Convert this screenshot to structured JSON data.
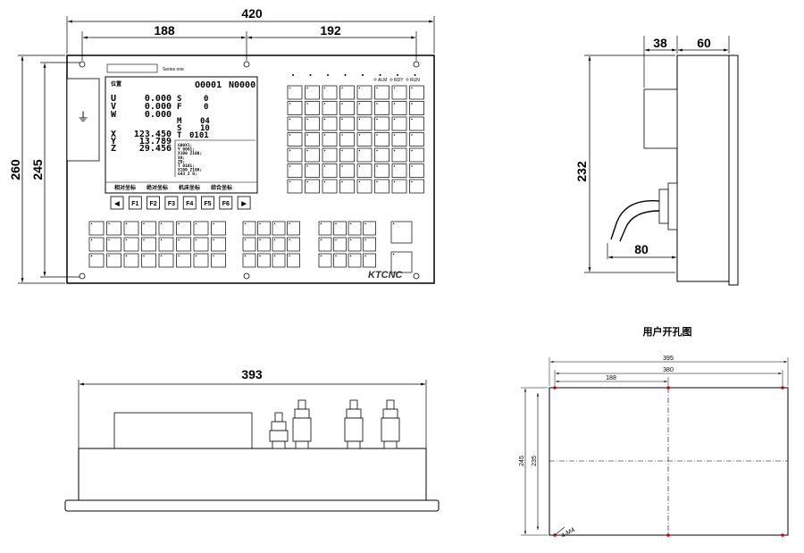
{
  "front_view": {
    "dim_total_width": "420",
    "dim_hole_left": "188",
    "dim_hole_right": "192",
    "dim_total_height": "260",
    "dim_hole_height": "245",
    "series_label": "Series one",
    "brand_logo": "KTCNC",
    "screen": {
      "title": "位置",
      "program_no": "O0001",
      "seq_no": "N0000",
      "rel_axes": [
        {
          "axis": "U",
          "value": "0.000"
        },
        {
          "axis": "V",
          "value": "0.000"
        },
        {
          "axis": "W",
          "value": "0.000"
        }
      ],
      "abs_axes": [
        {
          "axis": "X",
          "value": "123.450"
        },
        {
          "axis": "Y",
          "value": "13.789"
        },
        {
          "axis": "Z",
          "value": "29.456"
        }
      ],
      "s_val": "0",
      "f_val": "0",
      "m_val": "04",
      "s2_val": "10",
      "t_val": "0101",
      "program_lines": [
        "G00X1;",
        "Y 0001;",
        "X100 Z100;",
        "X0;",
        "Z0;",
        "T 0101;",
        "X100 Z100;",
        "G43 Z 0;"
      ],
      "softkeys": [
        "相对坐标",
        "绝对坐标",
        "机床坐标",
        "综合坐标"
      ]
    },
    "fkeys": [
      "◀",
      "F1",
      "F2",
      "F3",
      "F4",
      "F5",
      "F6",
      "▶"
    ],
    "indicators": [
      "ALM",
      "RDY",
      "RUN"
    ]
  },
  "side_view": {
    "dim_depth_a": "38",
    "dim_depth_b": "60",
    "dim_height": "232",
    "dim_cable": "80"
  },
  "bottom_view": {
    "dim_width": "393"
  },
  "cutout_view": {
    "title": "用户开孔图",
    "dim_outer_width": "395",
    "dim_inner_width": "380",
    "dim_hole_left": "188",
    "dim_outer_height": "245",
    "dim_inner_height": "235",
    "hole_label": "4-M4"
  }
}
